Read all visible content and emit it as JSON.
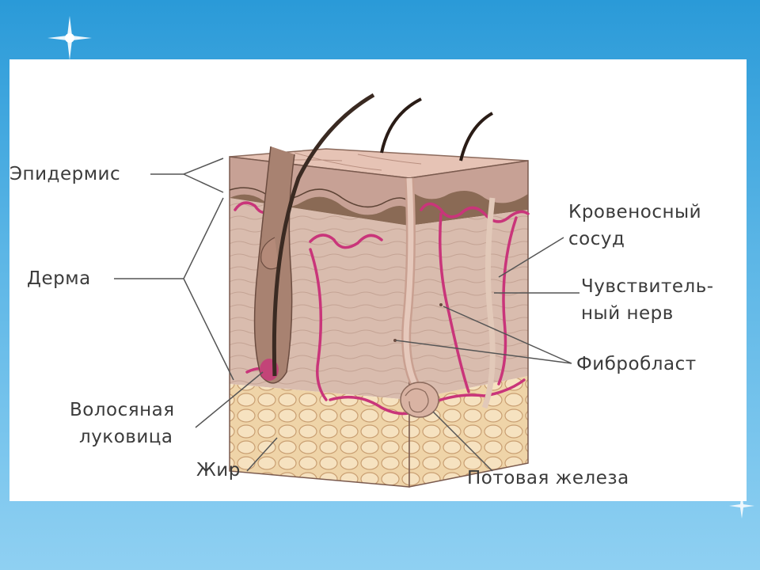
{
  "labels": {
    "epidermis": "Эпидермис",
    "dermis": "Дерма",
    "hair_bulb_line1": "Волосяная",
    "hair_bulb_line2": "луковица",
    "fat": "Жир",
    "blood_vessel_line1": "Кровеносный",
    "blood_vessel_line2": "сосуд",
    "nerve_line1": "Чувствитель-",
    "nerve_line2": "ный нерв",
    "fibroblast": "Фибробласт",
    "sweat_gland": "Потовая железа"
  },
  "colors": {
    "background_top": "#2a9ad8",
    "background_bottom": "#8fd0f2",
    "panel": "#ffffff",
    "epidermis": "#d9b3a7",
    "dermis": "#dcc0b1",
    "fat": "#efd4a8",
    "vessel": "#c9357a",
    "label_text": "#3b3b3b"
  },
  "icons": [
    "sparkle-icon"
  ]
}
